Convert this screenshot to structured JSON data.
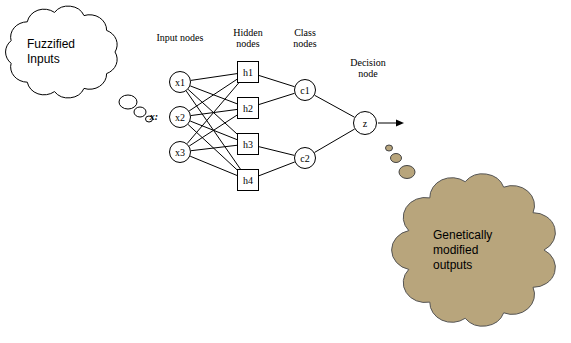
{
  "diagram": {
    "nodes": [
      {
        "text": [
          "Fuzzified Inputs"
        ]
      },
      {
        "text": [
          "x1"
        ]
      },
      {
        "text": [
          "x2"
        ]
      },
      {
        "text": [
          "x3"
        ]
      },
      {
        "text": [
          "h1"
        ]
      },
      {
        "text": [
          "h2"
        ]
      },
      {
        "text": [
          "h3"
        ]
      },
      {
        "text": [
          "h4"
        ]
      },
      {
        "text": [
          "c1"
        ]
      },
      {
        "text": [
          "c2"
        ]
      },
      {
        "text": [
          "z"
        ]
      },
      {
        "text": [
          "Genetically modified outputs"
        ]
      }
    ],
    "edges": [
      {
        "from": 1,
        "to": 4,
        "arrow": "none"
      },
      {
        "from": 1,
        "to": 5,
        "arrow": "none"
      },
      {
        "from": 1,
        "to": 6,
        "arrow": "none"
      },
      {
        "from": 1,
        "to": 7,
        "arrow": "none"
      },
      {
        "from": 2,
        "to": 4,
        "arrow": "none"
      },
      {
        "from": 2,
        "to": 5,
        "arrow": "none"
      },
      {
        "from": 2,
        "to": 6,
        "arrow": "none"
      },
      {
        "from": 2,
        "to": 7,
        "arrow": "none"
      },
      {
        "from": 3,
        "to": 4,
        "arrow": "none"
      },
      {
        "from": 3,
        "to": 5,
        "arrow": "none"
      },
      {
        "from": 3,
        "to": 6,
        "arrow": "none"
      },
      {
        "from": 3,
        "to": 7,
        "arrow": "none"
      },
      {
        "from": 4,
        "to": 8,
        "arrow": "none"
      },
      {
        "from": 5,
        "to": 8,
        "arrow": "none"
      },
      {
        "from": 6,
        "to": 9,
        "arrow": "none"
      },
      {
        "from": 7,
        "to": 9,
        "arrow": "none"
      },
      {
        "from": 8,
        "to": 10,
        "arrow": "none"
      },
      {
        "from": 9,
        "to": 10,
        "arrow": "none"
      }
    ],
    "labels": [
      "Input nodes",
      "Hidden nodes",
      "Class nodes",
      "Decision node",
      "x:"
    ]
  }
}
